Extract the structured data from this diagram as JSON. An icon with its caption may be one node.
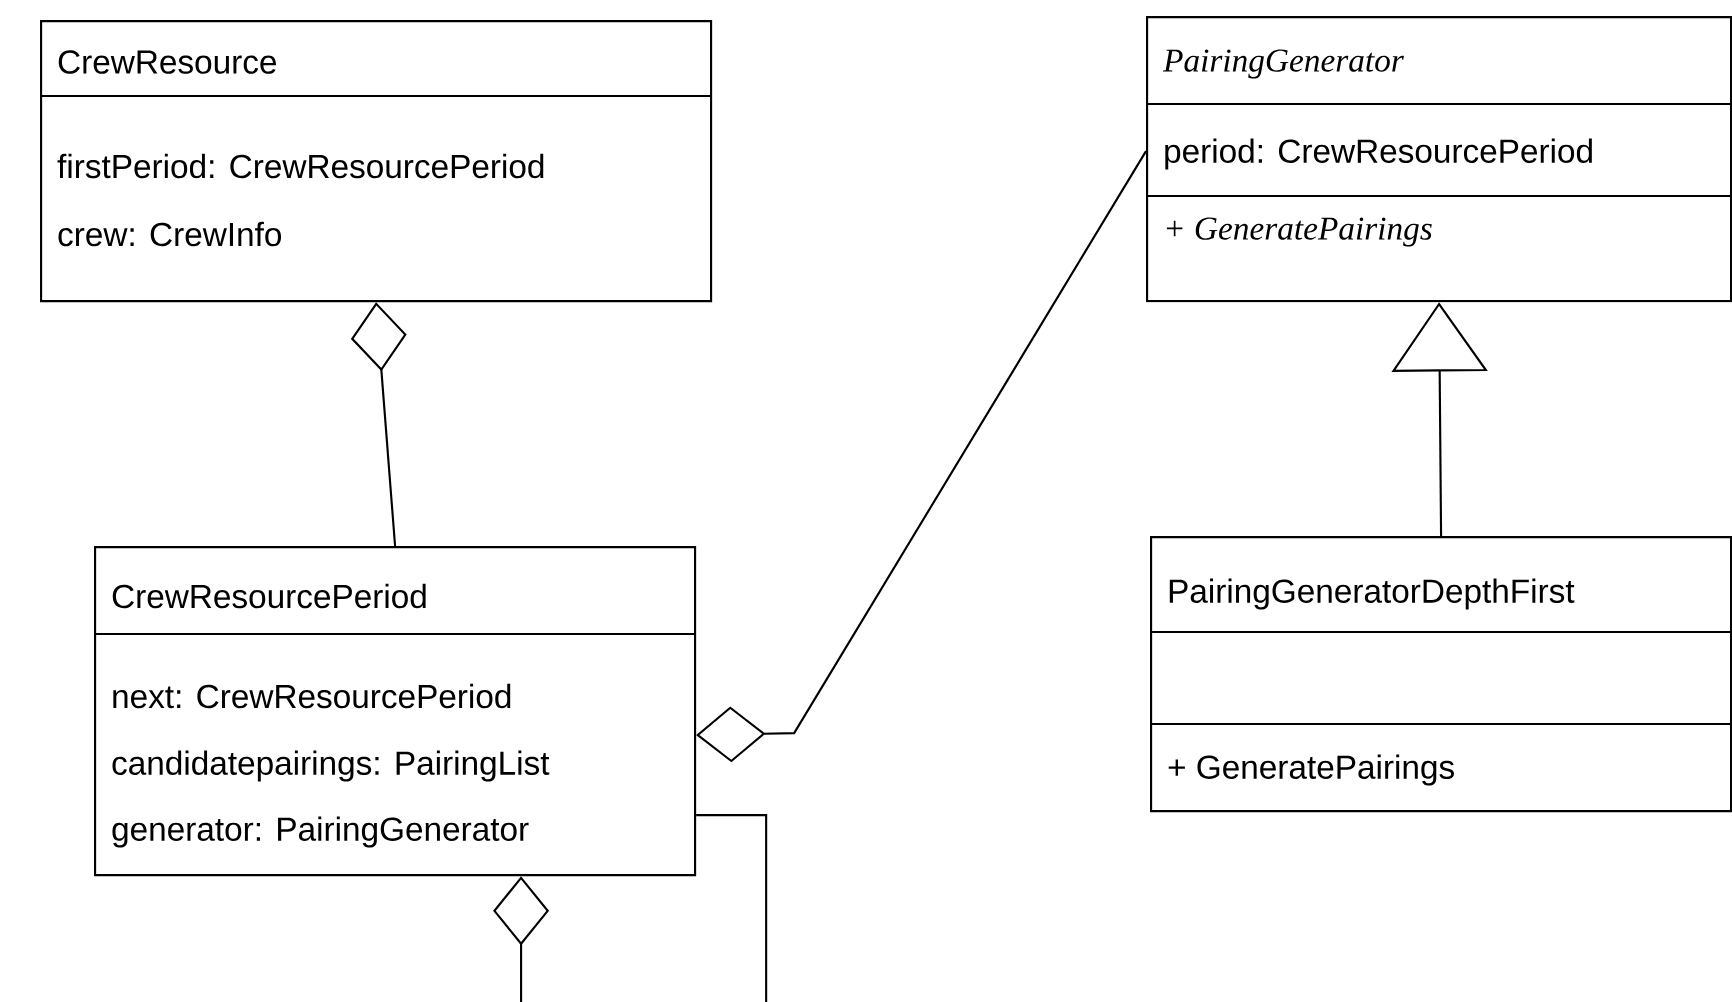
{
  "diagram": {
    "nodes": [
      {
        "text": [
          "CrewResource",
          "firstPeriod: CrewResourcePeriod",
          "crew: CrewInfo"
        ]
      },
      {
        "text": [
          "CrewResourcePeriod",
          "next: CrewResourcePeriod",
          "candidatepairings: PairingList",
          "generator: PairingGenerator"
        ]
      },
      {
        "text": [
          "PairingGenerator",
          "period: CrewResourcePeriod",
          "+ GeneratePairings"
        ]
      },
      {
        "text": [
          "PairingGeneratorDepthFirst",
          "+ GeneratePairings"
        ]
      }
    ],
    "edges": [
      {
        "from": 0,
        "to": 1,
        "arrow": "other"
      },
      {
        "from": 1,
        "to": 2,
        "arrow": "other"
      },
      {
        "from": 3,
        "to": 2,
        "arrow": "to"
      },
      {
        "from": 1,
        "to": null,
        "arrow": "other"
      },
      {
        "from": 1,
        "to": null,
        "arrow": "none"
      }
    ]
  }
}
